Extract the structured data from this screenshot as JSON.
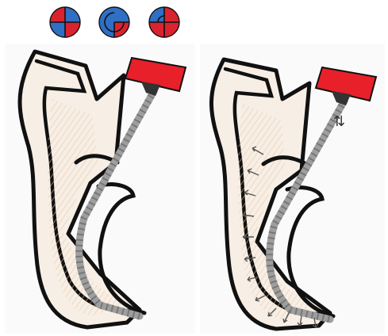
{
  "colors": {
    "red": "#d9232e",
    "blue": "#2f6fc4",
    "outline": "#111111",
    "tooth_fill": "#f7efe5",
    "fiber": "#e8c3a4",
    "instrument": "#a9a9a9",
    "handle": "#e8202a",
    "arrow": "#555555"
  },
  "icons": [
    {
      "name": "quarter-turn-icon",
      "pattern": "red-blue-quadrants"
    },
    {
      "name": "three-quarter-turn-icon",
      "pattern": "blue-with-red-quarter"
    },
    {
      "name": "small-turn-icon",
      "pattern": "red-with-blue-quarter"
    }
  ],
  "panels": [
    {
      "name": "file-in-canal",
      "arrows": false
    },
    {
      "name": "file-push-pull-motion",
      "arrows": true,
      "motion_glyph": "⇅"
    }
  ],
  "motion_glyph": "⇅"
}
